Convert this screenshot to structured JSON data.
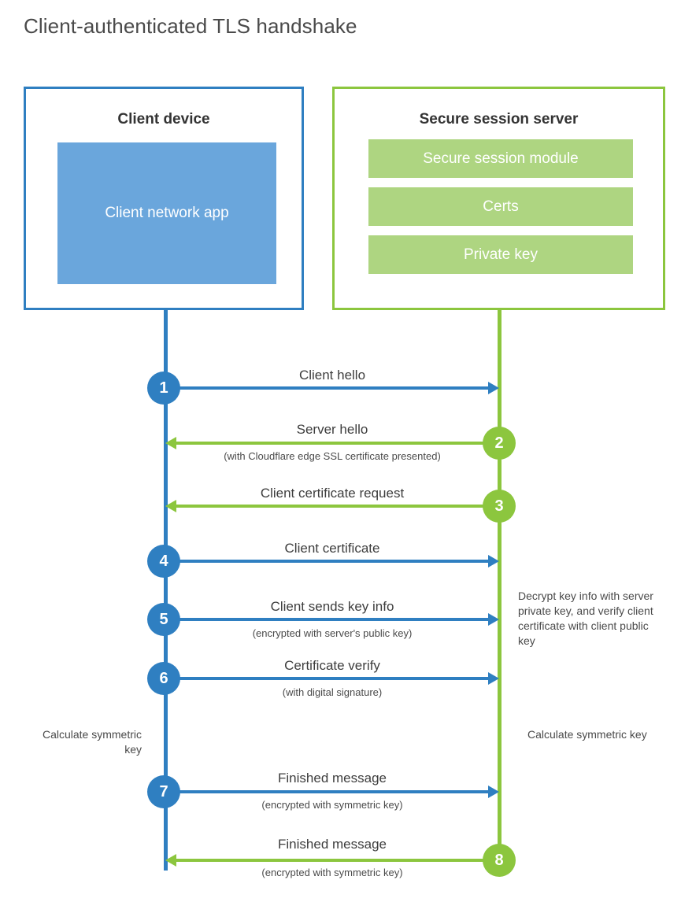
{
  "title": "Client-authenticated TLS handshake",
  "colors": {
    "blue": "#2f7fc1",
    "blue_light": "#6aa6dc",
    "green": "#8cc63e",
    "green_light": "#aed581",
    "text": "#3d3d3d"
  },
  "parties": {
    "client": {
      "title": "Client device",
      "app_label": "Client network app"
    },
    "server": {
      "title": "Secure session server",
      "components": [
        "Secure session module",
        "Certs",
        "Private key"
      ]
    }
  },
  "steps": [
    {
      "number": "1",
      "label": "Client hello",
      "sub": "",
      "direction": "client-to-server",
      "color": "blue"
    },
    {
      "number": "2",
      "label": "Server hello",
      "sub": "(with Cloudflare edge SSL certificate presented)",
      "direction": "server-to-client",
      "color": "green"
    },
    {
      "number": "3",
      "label": "Client certificate request",
      "sub": "",
      "direction": "server-to-client",
      "color": "green"
    },
    {
      "number": "4",
      "label": "Client certificate",
      "sub": "",
      "direction": "client-to-server",
      "color": "blue"
    },
    {
      "number": "5",
      "label": "Client sends key info",
      "sub": "(encrypted with server's public key)",
      "direction": "client-to-server",
      "color": "blue"
    },
    {
      "number": "6",
      "label": "Certificate verify",
      "sub": "(with digital signature)",
      "direction": "client-to-server",
      "color": "blue"
    },
    {
      "number": "7",
      "label": "Finished message",
      "sub": "(encrypted with symmetric key)",
      "direction": "client-to-server",
      "color": "blue"
    },
    {
      "number": "8",
      "label": "Finished message",
      "sub": "(encrypted with symmetric key)",
      "direction": "server-to-client",
      "color": "green"
    }
  ],
  "notes": {
    "server_decrypt": "Decrypt key info with server private key, and verify client certificate with client public key",
    "client_calculate": "Calculate symmetric key",
    "server_calculate": "Calculate symmetric key"
  }
}
